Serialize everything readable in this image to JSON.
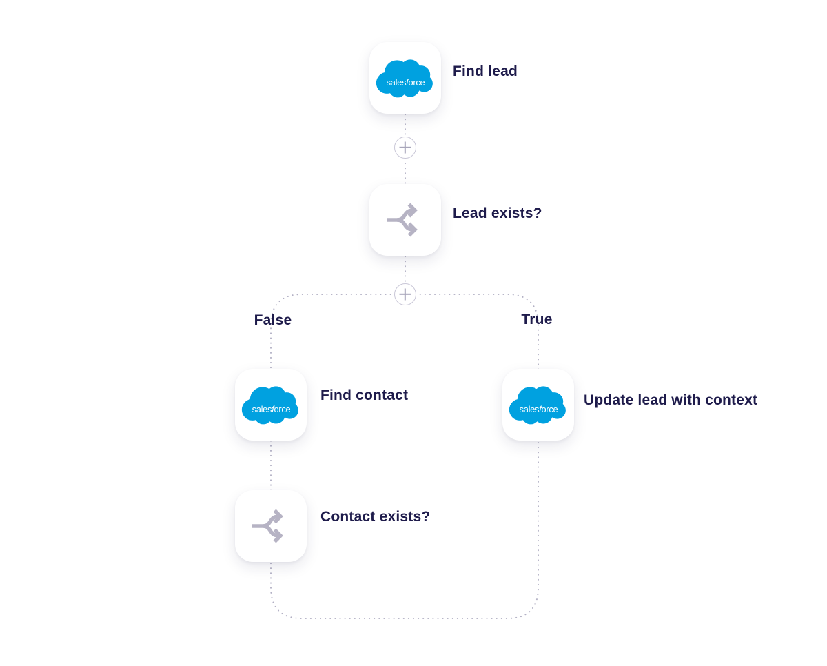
{
  "workflow": {
    "nodes": [
      {
        "id": "find-lead",
        "label": "Find lead",
        "icon": "salesforce-logo",
        "type": "action"
      },
      {
        "id": "lead-exists",
        "label": "Lead exists?",
        "icon": "branch-icon",
        "type": "condition"
      },
      {
        "id": "find-contact",
        "label": "Find contact",
        "icon": "salesforce-logo",
        "type": "action",
        "branch": "False"
      },
      {
        "id": "update-lead-with-context",
        "label": "Update lead with context",
        "icon": "salesforce-logo",
        "type": "action",
        "branch": "True"
      },
      {
        "id": "contact-exists",
        "label": "Contact exists?",
        "icon": "branch-icon",
        "type": "condition",
        "branch": "False"
      }
    ],
    "branches": {
      "false_label": "False",
      "true_label": "True"
    },
    "add_step_icon": "plus-icon"
  },
  "logo": {
    "text_pre": "sales",
    "text_f": "f",
    "text_post": "orce"
  },
  "colors": {
    "background": "#ffffff",
    "salesforce_blue": "#00a1e0",
    "text": "#1e1b4b",
    "connector_dots": "#b2b0c4",
    "branch_icon_gray": "#b6b3c4",
    "plus_circle_border": "#c9c7d7",
    "plus_glyph": "#a8a6ba"
  }
}
